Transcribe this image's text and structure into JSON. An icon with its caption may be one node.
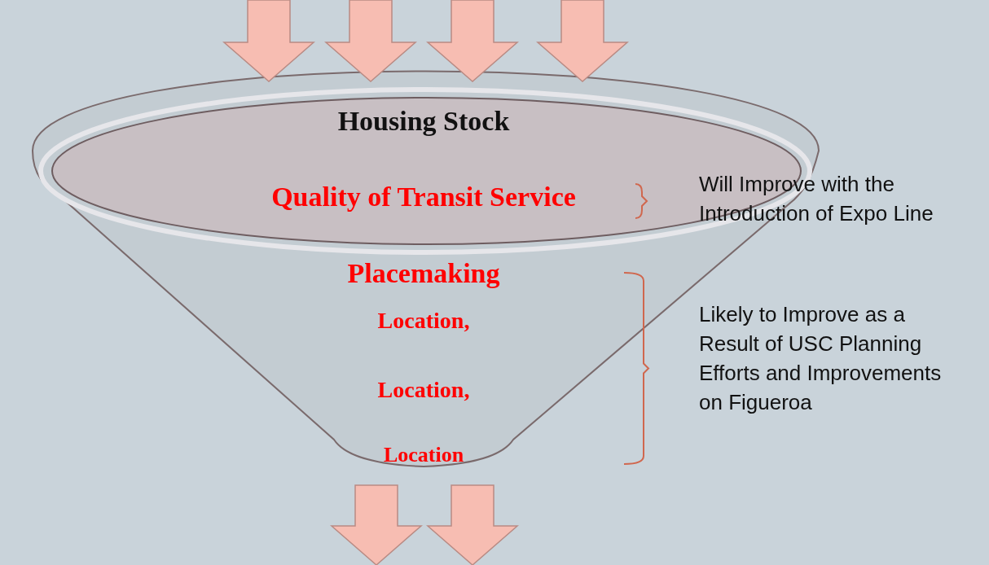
{
  "diagram": {
    "nodes": [
      {
        "text": [
          "Placemaking",
          "Location,",
          "Location,",
          "Location"
        ]
      },
      {
        "text": [
          "Housing Stock",
          "Quality of Transit Service"
        ],
        "in": 0
      }
    ],
    "edges": [
      {
        "from": null,
        "to": 1,
        "arrow": "to"
      },
      {
        "from": null,
        "to": 1,
        "arrow": "to"
      },
      {
        "from": null,
        "to": 1,
        "arrow": "to"
      },
      {
        "from": null,
        "to": 1,
        "arrow": "to"
      },
      {
        "from": 0,
        "to": null,
        "arrow": "to"
      },
      {
        "from": 0,
        "to": null,
        "arrow": "to"
      }
    ],
    "labels": [
      "Will Improve with the Introduction of Expo Line",
      "Likely to Improve as a Result of USC Planning Efforts and Improvements on Figueroa"
    ]
  }
}
